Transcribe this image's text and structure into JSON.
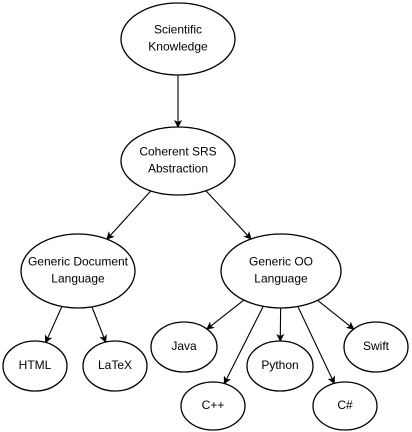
{
  "diagram": {
    "nodes": [
      {
        "id": "scientific",
        "lines": [
          "Scientific",
          "Knowledge"
        ]
      },
      {
        "id": "srs",
        "lines": [
          "Coherent SRS",
          "Abstraction"
        ]
      },
      {
        "id": "gendoc",
        "lines": [
          "Generic Document",
          "Language"
        ]
      },
      {
        "id": "genoo",
        "lines": [
          "Generic OO",
          "Language"
        ]
      },
      {
        "id": "html",
        "lines": [
          "HTML"
        ]
      },
      {
        "id": "latex",
        "lines": [
          "LaTeX"
        ]
      },
      {
        "id": "java",
        "lines": [
          "Java"
        ]
      },
      {
        "id": "python",
        "lines": [
          "Python"
        ]
      },
      {
        "id": "swift",
        "lines": [
          "Swift"
        ]
      },
      {
        "id": "cpp",
        "lines": [
          "C++"
        ]
      },
      {
        "id": "csharp",
        "lines": [
          "C#"
        ]
      }
    ],
    "edges": [
      {
        "from": "scientific",
        "to": "srs"
      },
      {
        "from": "srs",
        "to": "gendoc"
      },
      {
        "from": "srs",
        "to": "genoo"
      },
      {
        "from": "gendoc",
        "to": "html"
      },
      {
        "from": "gendoc",
        "to": "latex"
      },
      {
        "from": "genoo",
        "to": "java"
      },
      {
        "from": "genoo",
        "to": "cpp"
      },
      {
        "from": "genoo",
        "to": "python"
      },
      {
        "from": "genoo",
        "to": "csharp"
      },
      {
        "from": "genoo",
        "to": "swift"
      }
    ]
  }
}
